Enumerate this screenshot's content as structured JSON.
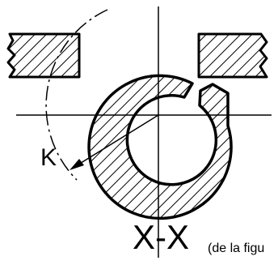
{
  "labels": {
    "dimension_letter": "K",
    "section_view": "X-X",
    "caption": "(de la figu"
  },
  "colors": {
    "ink": "#000000",
    "paper": "#ffffff"
  }
}
